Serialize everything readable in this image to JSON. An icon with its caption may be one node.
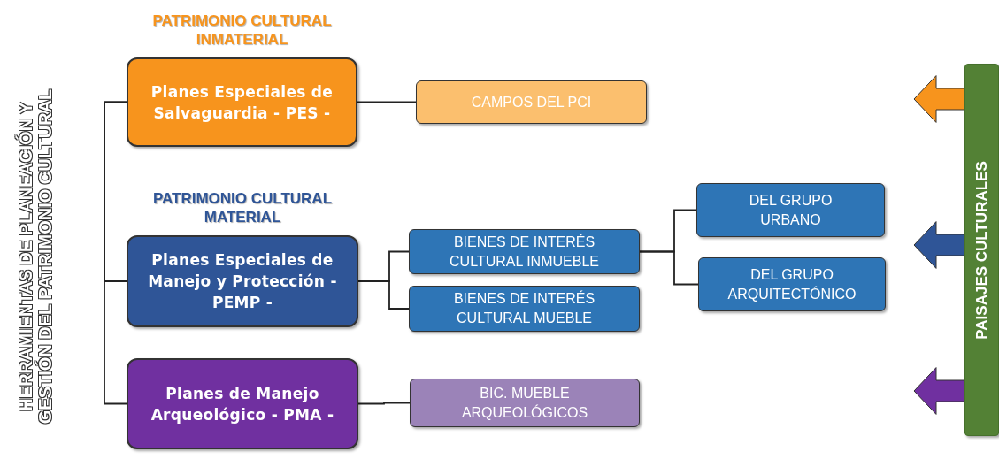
{
  "diagram": {
    "title": "HERRAMIENTAS DE PLANEACIÓN Y GESTIÓN DEL PATRIMONIO CULTURAL",
    "nodes": [
      {
        "text": [
          "PATRIMONIO CULTURAL INMATERIAL",
          "Planes Especiales de Salvaguardia - PES -"
        ]
      },
      {
        "text": [
          "CAMPOS DEL PCI"
        ]
      },
      {
        "text": [
          "PATRIMONIO CULTURAL MATERIAL",
          "Planes Especiales de Manejo y Protección - PEMP -"
        ]
      },
      {
        "text": [
          "BIENES DE INTERÉS CULTURAL INMUEBLE"
        ]
      },
      {
        "text": [
          "BIENES DE INTERÉS CULTURAL MUEBLE"
        ]
      },
      {
        "text": [
          "DEL GRUPO URBANO"
        ]
      },
      {
        "text": [
          "DEL GRUPO ARQUITECTÓNICO"
        ]
      },
      {
        "text": [
          "Planes de Manejo Arqueológico - PMA -"
        ]
      },
      {
        "text": [
          "BIC. MUEBLE ARQUEOLÓGICOS"
        ]
      },
      {
        "text": [
          "PAISAJES CULTURALES"
        ]
      }
    ],
    "edges": [
      {
        "from": 0,
        "to": 1,
        "arrow": "none"
      },
      {
        "from": 0,
        "to": 2,
        "arrow": "none"
      },
      {
        "from": 0,
        "to": 7,
        "arrow": "none"
      },
      {
        "from": 2,
        "to": 3,
        "arrow": "none"
      },
      {
        "from": 2,
        "to": 4,
        "arrow": "none"
      },
      {
        "from": 3,
        "to": 5,
        "arrow": "none"
      },
      {
        "from": 3,
        "to": 6,
        "arrow": "none"
      },
      {
        "from": 7,
        "to": 8,
        "arrow": "none"
      },
      {
        "from": 9,
        "to": null,
        "arrow": "to",
        "style": "thick",
        "color": "#f7941d"
      },
      {
        "from": 9,
        "to": null,
        "arrow": "to",
        "style": "thick",
        "color": "#2f5597"
      },
      {
        "from": 9,
        "to": null,
        "arrow": "to",
        "style": "thick",
        "color": "#7030a0"
      }
    ]
  }
}
